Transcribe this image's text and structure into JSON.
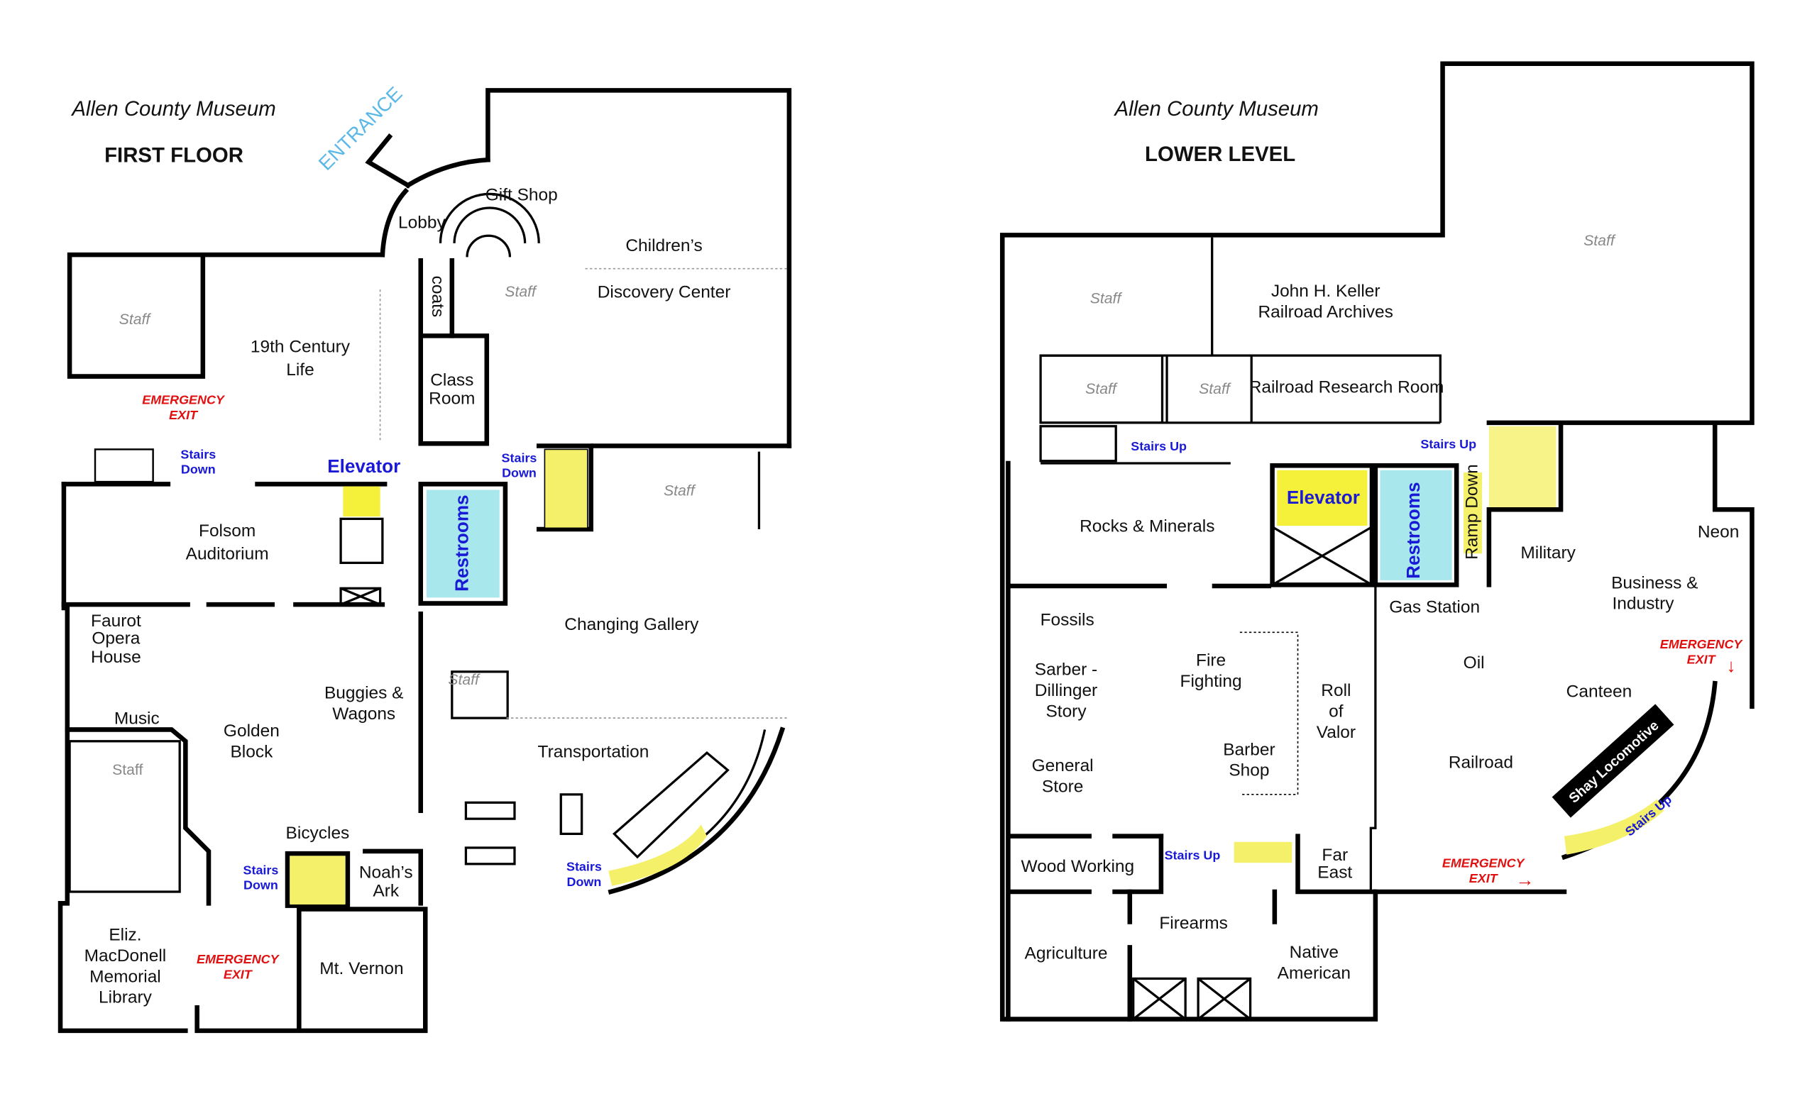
{
  "colors": {
    "stairs_highlight": "#f5f06a",
    "restrooms": "#a8e8ec",
    "elevator": "#f5f03a",
    "stairs_text": "#1a1ad6",
    "emergency": "#e01010",
    "entrance": "#5bb8e6"
  },
  "first_floor": {
    "museum": "Allen County Museum",
    "floor": "FIRST FLOOR",
    "entrance": "ENTRANCE",
    "gift_shop": "Gift Shop",
    "lobby": "Lobby",
    "childrens_1": "Children’s",
    "childrens_2": "Discovery Center",
    "staff": "Staff",
    "coats": "coats",
    "century_1": "19th Century",
    "century_2": "Life",
    "class_1": "Class",
    "class_2": "Room",
    "emergency": "EMERGENCY",
    "exit": "EXIT",
    "stairs": "Stairs",
    "down": "Down",
    "elevator": "Elevator",
    "folsom_1": "Folsom",
    "folsom_2": "Auditorium",
    "restrooms": "Restrooms",
    "faurot_1": "Faurot",
    "faurot_2": "Opera",
    "faurot_3": "House",
    "changing": "Changing Gallery",
    "buggies_1": "Buggies &",
    "buggies_2": "Wagons",
    "music": "Music",
    "golden_1": "Golden",
    "golden_2": "Block",
    "transportation": "Transportation",
    "bicycles": "Bicycles",
    "noah_1": "Noah’s",
    "noah_2": "Ark",
    "lib_1": "Eliz.",
    "lib_2": "MacDonell",
    "lib_3": "Memorial",
    "lib_4": "Library",
    "mt_vernon": "Mt. Vernon"
  },
  "lower_level": {
    "museum": "Allen County Museum",
    "floor": "LOWER LEVEL",
    "staff": "Staff",
    "keller_1": "John H. Keller",
    "keller_2": "Railroad Archives",
    "research": "Railroad Research Room",
    "stairs_up": "Stairs Up",
    "rocks": "Rocks & Minerals",
    "elevator": "Elevator",
    "restrooms": "Restrooms",
    "ramp": "Ramp Down",
    "neon": "Neon",
    "military": "Military",
    "business_1": "Business &",
    "business_2": "Industry",
    "gas": "Gas Station",
    "fossils": "Fossils",
    "fire_1": "Fire",
    "fire_2": "Fighting",
    "sarber_1": "Sarber -",
    "sarber_2": "Dillinger",
    "sarber_3": "Story",
    "oil": "Oil",
    "canteen": "Canteen",
    "emergency": "EMERGENCY",
    "exit": "EXIT",
    "roll_1": "Roll",
    "roll_2": "of",
    "roll_3": "Valor",
    "general_1": "General",
    "general_2": "Store",
    "barber_1": "Barber",
    "barber_2": "Shop",
    "railroad": "Railroad",
    "shay": "Shay Locomotive",
    "wood": "Wood Working",
    "far_1": "Far",
    "far_2": "East",
    "firearms": "Firearms",
    "agriculture": "Agriculture",
    "native_1": "Native",
    "native_2": "American"
  }
}
